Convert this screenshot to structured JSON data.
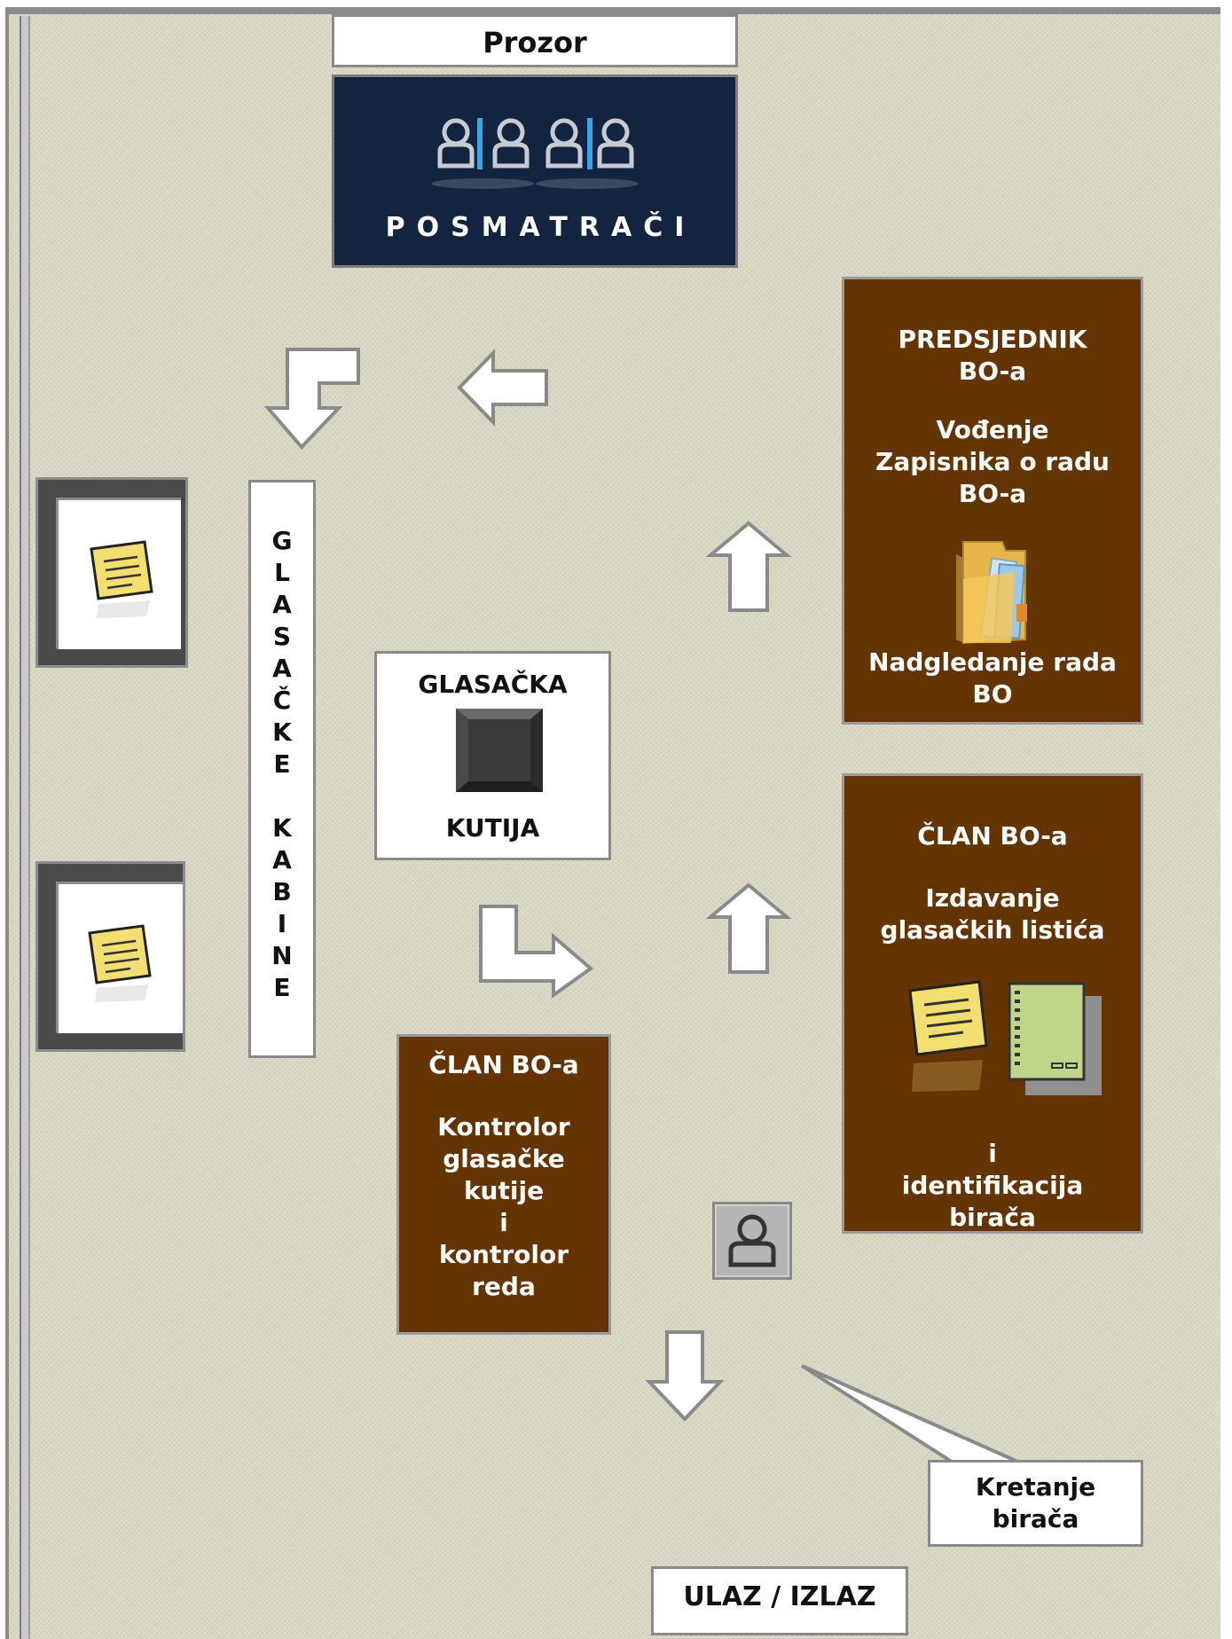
{
  "window": {
    "label": "Prozor"
  },
  "observers": {
    "label": "POSMATRAČI"
  },
  "booths": {
    "label_letters": [
      "G",
      "L",
      "A",
      "S",
      "A",
      "Č",
      "K",
      "E",
      " ",
      "K",
      "A",
      "B",
      "I",
      "N",
      "E"
    ]
  },
  "ballot_box": {
    "top_label": "GLASAČKA",
    "bottom_label": "KUTIJA"
  },
  "president": {
    "title": "PREDSJEDNIK\nBO-a",
    "task1": "Vođenje\nZapisnika o radu\nBO-a",
    "task2": "Nadgledanje rada\nBO"
  },
  "member_issuer": {
    "title": "ČLAN BO-a",
    "task1": "Izdavanje\nglasačkih listića",
    "task2": "i\nidentifikacija\nbirača"
  },
  "member_controller": {
    "title": "ČLAN BO-a",
    "task": "Kontrolor\nglasačke\nkutije\ni\nkontrolor\nreda"
  },
  "callout": {
    "label": "Kretanje\nbirača"
  },
  "entrance": {
    "label": "ULAZ / IZLAZ"
  }
}
